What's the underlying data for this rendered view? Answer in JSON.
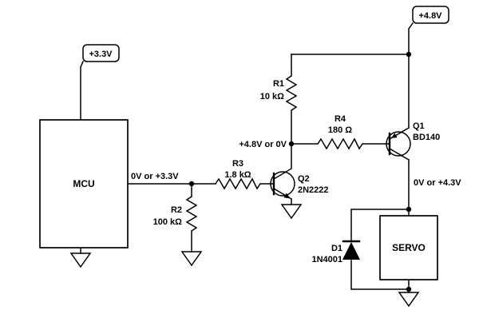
{
  "diagram": {
    "power_flags": {
      "vcc_mcu": "+3.3V",
      "vcc_servo": "+4.8V"
    },
    "blocks": {
      "mcu": "MCU",
      "servo": "SERVO"
    },
    "components": {
      "r1": {
        "ref": "R1",
        "value": "10 kΩ"
      },
      "r2": {
        "ref": "R2",
        "value": "100 kΩ"
      },
      "r3": {
        "ref": "R3",
        "value": "1.8 kΩ"
      },
      "r4": {
        "ref": "R4",
        "value": "180 Ω"
      },
      "q1": {
        "ref": "Q1",
        "value": "BD140"
      },
      "q2": {
        "ref": "Q2",
        "value": "2N2222"
      },
      "d1": {
        "ref": "D1",
        "value": "1N4001"
      }
    },
    "net_labels": {
      "mcu_out": "0V or +3.3V",
      "q2_collector": "+4.8V or 0V",
      "q1_collector": "0V or +4.3V"
    }
  }
}
